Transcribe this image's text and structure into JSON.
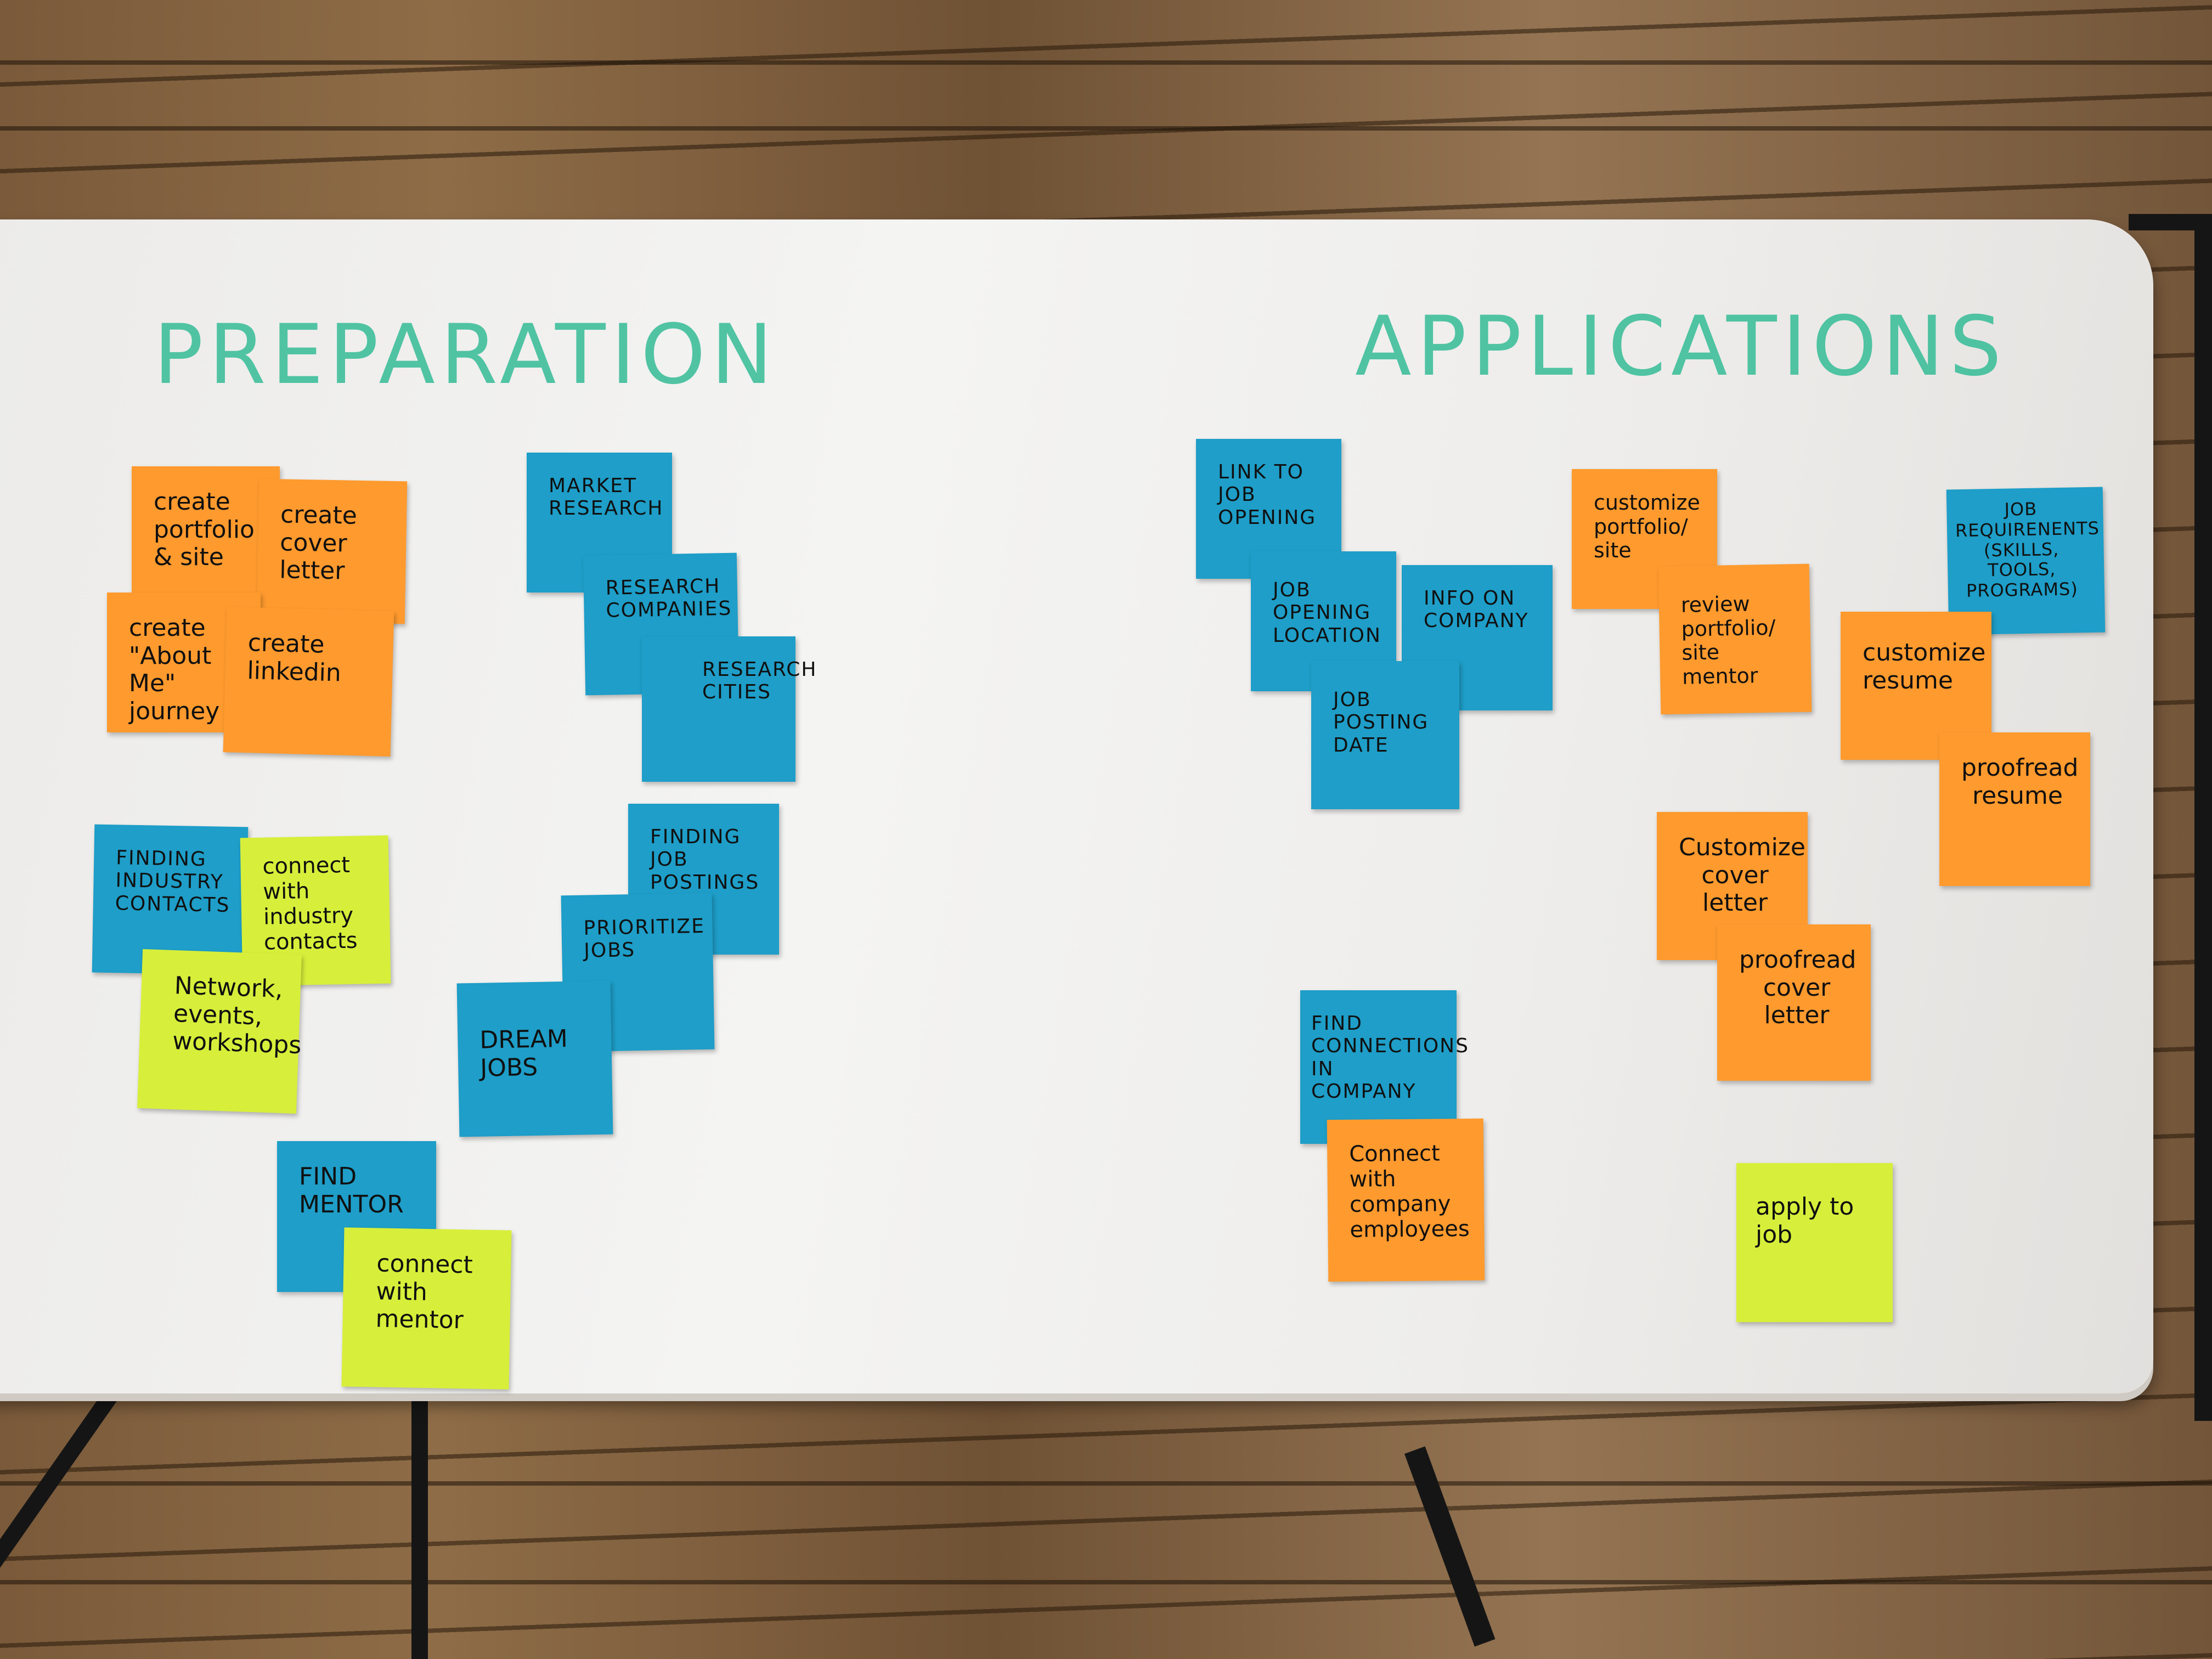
{
  "headings": {
    "preparation": "PREPARATION",
    "applications": "APPLICATIONS"
  },
  "notes": {
    "create_portfolio": "create\nportfolio\n& site",
    "create_cover_letter": "create\ncover\nletter",
    "create_about_me": "create\n\"About Me\"\njourney",
    "create_linkedin": "create\nlinkedin",
    "market_research": "MARKET\nRESEARCH",
    "research_companies": "RESEARCH\nCOMPANIES",
    "research_cities": "RESEARCH\nCITIES",
    "finding_industry_contacts": "FINDING\nINDUSTRY\nCONTACTS",
    "connect_industry_contacts": "connect\nwith\nindustry\ncontacts",
    "network_events": "Network,\nevents,\nworkshops",
    "finding_job_postings": "FINDING\nJOB POSTINGS",
    "prioritize_jobs": "PRIORITIZE\nJOBS",
    "dream_jobs": "DREAM\nJOBS",
    "find_mentor": "FIND\nMENTOR",
    "connect_mentor": "connect\nwith\nmentor",
    "link_job_opening": "LINK TO\nJOB\nOPENING",
    "job_opening_location": "JOB OPENING\nLOCATION",
    "info_on_company": "INFO ON\nCOMPANY",
    "job_posting_date": "JOB\nPOSTING\nDATE",
    "customize_portfolio": "customize\nportfolio/\nsite",
    "review_portfolio": "review\nportfolio/\nsite\nmentor",
    "job_requirements": "JOB\nREQUIRENENTS\n(SKILLS, TOOLS,\nPROGRAMS)",
    "customize_resume": "customize\nresume",
    "proofread_resume": "proofread\nresume",
    "customize_cover_letter": "Customize\ncover\nletter",
    "proofread_cover_letter": "proofread\ncover\nletter",
    "find_connections": "FIND\nCONNECTIONS\nIN COMPANY",
    "connect_employees": "Connect\nwith\ncompany\nemployees",
    "apply_to_job": "apply to\njob"
  },
  "colors": {
    "orange": "#fe9a2e",
    "blue": "#1e9ec8",
    "green": "#d7ef3a",
    "heading": "#3fbf9b"
  }
}
